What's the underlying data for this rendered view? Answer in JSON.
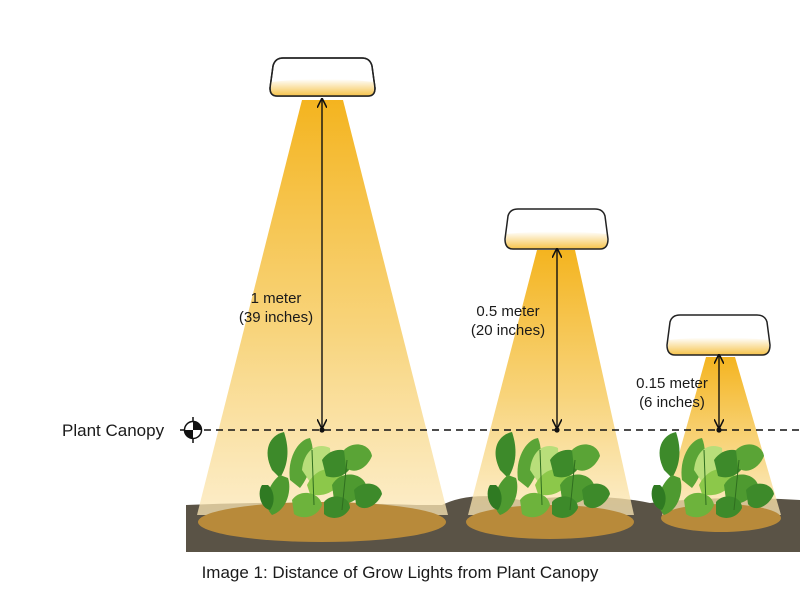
{
  "canopy_label": "Plant Canopy",
  "caption": "Image 1: Distance of Grow  Lights from Plant Canopy",
  "lights": [
    {
      "distance_label": "1 meter",
      "imperial_label": "(39 inches)"
    },
    {
      "distance_label": "0.5 meter",
      "imperial_label": "(20 inches)"
    },
    {
      "distance_label": "0.15 meter",
      "imperial_label": "(6 inches)"
    }
  ],
  "colors": {
    "beam": "#f5b82a",
    "lamp_glow": "#f6c347",
    "ground": "#5a5346",
    "soil": "#b88a3a",
    "leaf_dark": "#3d8a2a",
    "leaf_light": "#8cc84a",
    "lettuce": "#b8de7a"
  },
  "icons": {
    "canopy_marker": "target-marker-icon"
  }
}
